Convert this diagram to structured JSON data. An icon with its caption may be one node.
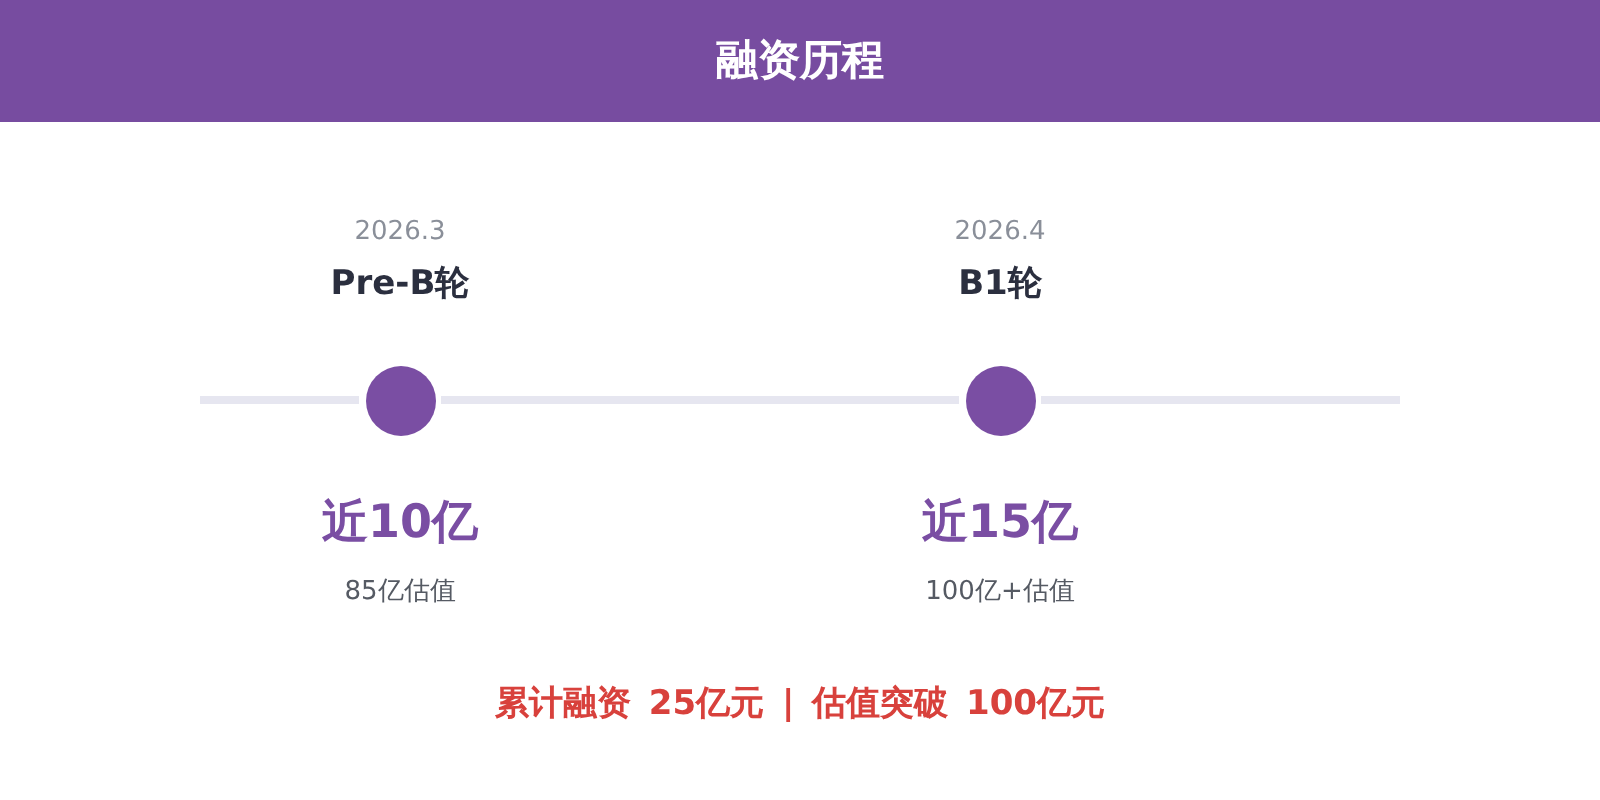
{
  "diagram": {
    "title": "融资历程",
    "nodes": [
      {
        "text": [],
        "shape": "circle",
        "beside": [
          "2026.3",
          "Pre-B轮",
          "近10亿",
          "85亿估值"
        ]
      },
      {
        "text": [],
        "shape": "circle",
        "beside": [
          "2026.4",
          "B1轮",
          "近15亿",
          "100亿+估值"
        ]
      }
    ],
    "edges": [
      {
        "from": 0,
        "to": 1,
        "arrow": "none"
      }
    ],
    "labels": [
      "累计融资 25亿元 | 估值突破 100亿元"
    ]
  }
}
